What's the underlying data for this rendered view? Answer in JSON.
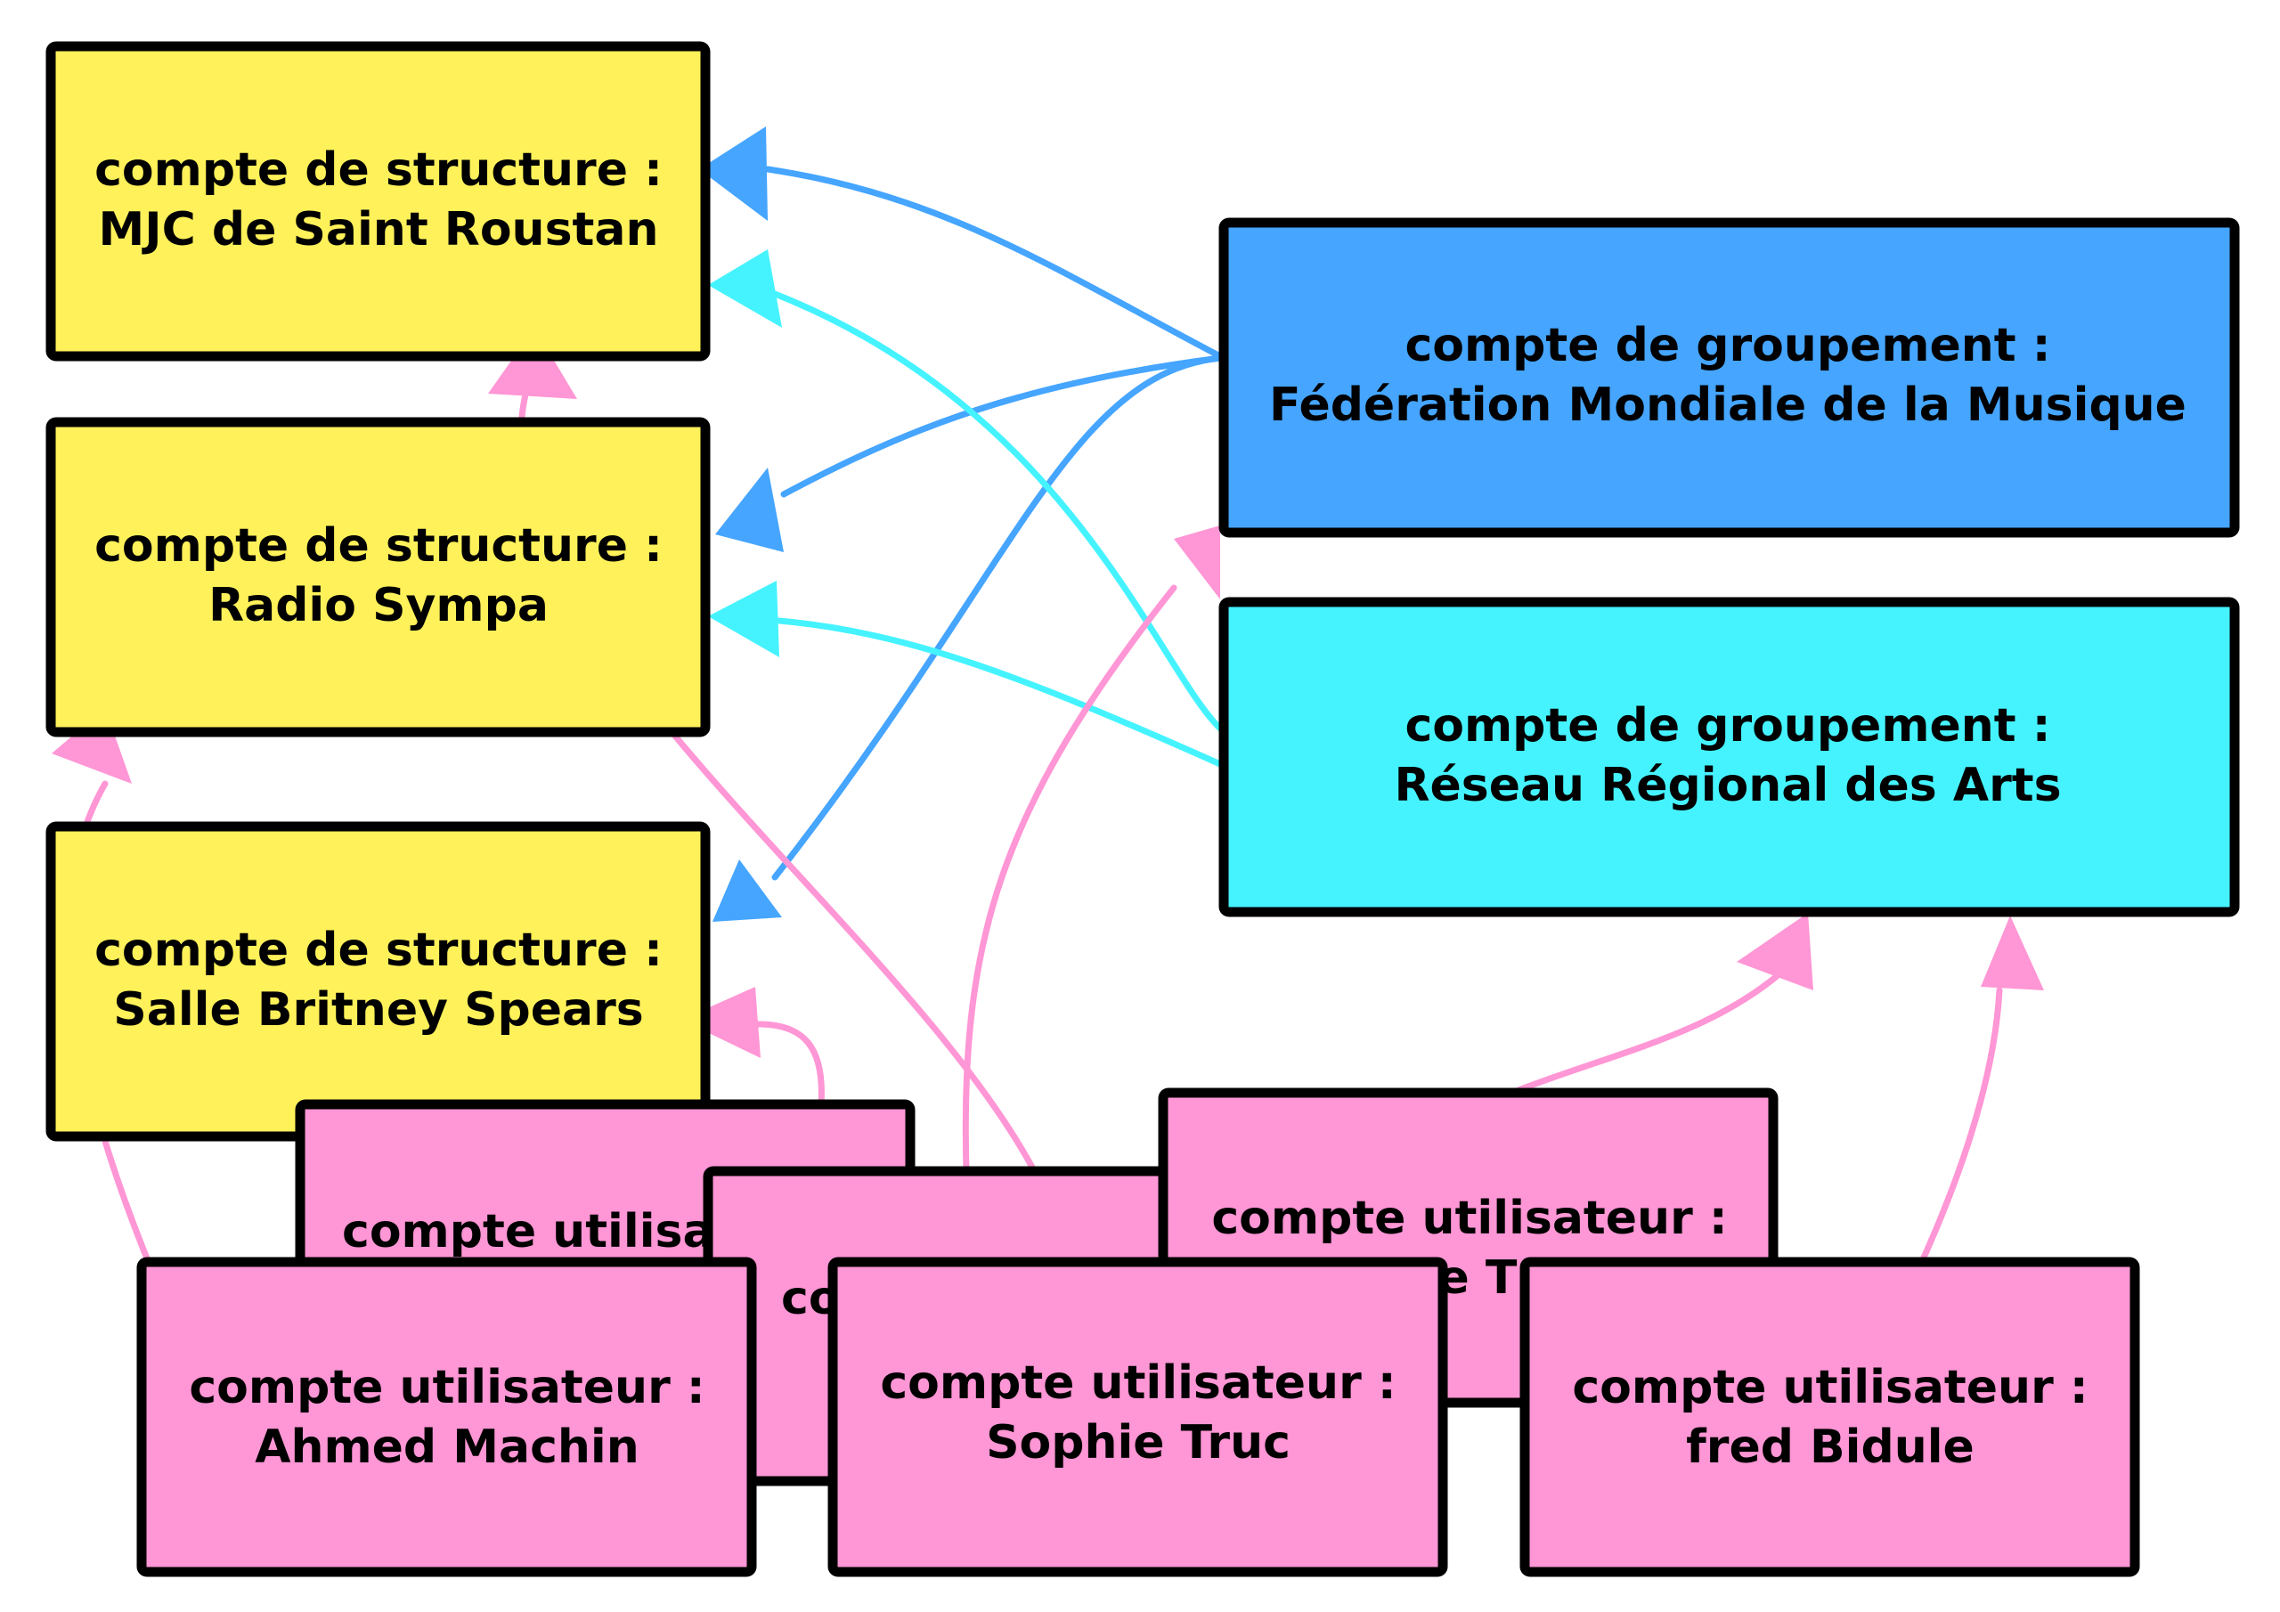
{
  "colors": {
    "structure": "#FFF15A",
    "group_blue": "#45A5FF",
    "group_cyan": "#45F3FF",
    "user": "#FF96D5"
  },
  "nodes": {
    "mjc": [
      "compte de structure :",
      "MJC de Saint Roustan"
    ],
    "radio": [
      "compte de structure :",
      "Radio Sympa"
    ],
    "salle": [
      "compte de structure :",
      "Salle Britney Spears"
    ],
    "federation": [
      "compte de groupement :",
      "Fédération Mondiale de la Musique"
    ],
    "reseau": [
      "compte de groupement :",
      "Réseau Régional des Arts"
    ],
    "user_back_left": [
      "compte utilisa"
    ],
    "user_back_mid": [
      "com"
    ],
    "user_back_right": [
      "compte utilisateur :",
      "ie T"
    ],
    "ahmed": [
      "compte utilisateur :",
      "Ahmed Machin"
    ],
    "sophie": [
      "compte utilisateur :",
      "Sophie Truc"
    ],
    "fred": [
      "compte utilisateur :",
      "fred Bidule"
    ]
  },
  "edges": [
    {
      "from": "federation",
      "to": "mjc",
      "color": "group_blue"
    },
    {
      "from": "federation",
      "to": "radio",
      "color": "group_blue"
    },
    {
      "from": "federation",
      "to": "salle",
      "color": "group_blue"
    },
    {
      "from": "reseau",
      "to": "mjc",
      "color": "group_cyan"
    },
    {
      "from": "reseau",
      "to": "radio",
      "color": "group_cyan"
    },
    {
      "from": "ahmed",
      "to": "radio",
      "color": "user"
    },
    {
      "from": "sophie",
      "to": "mjc",
      "color": "user"
    },
    {
      "from": "user_back_left",
      "to": "salle",
      "color": "user"
    },
    {
      "from": "user_back_mid",
      "to": "federation",
      "color": "user"
    },
    {
      "from": "user_back_right",
      "to": "reseau",
      "color": "user"
    },
    {
      "from": "fred",
      "to": "reseau",
      "color": "user"
    }
  ]
}
